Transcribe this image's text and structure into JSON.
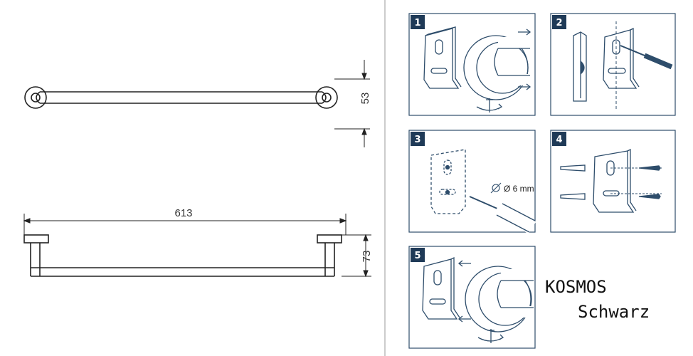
{
  "drawing": {
    "dim_height_top": "53",
    "dim_length": "613",
    "dim_height_side": "73"
  },
  "steps": [
    {
      "number": "1"
    },
    {
      "number": "2"
    },
    {
      "number": "3",
      "drill_label": "Ø 6 mm"
    },
    {
      "number": "4"
    },
    {
      "number": "5"
    }
  ],
  "brand": {
    "name": "KOSMOS",
    "color": "Schwarz"
  }
}
